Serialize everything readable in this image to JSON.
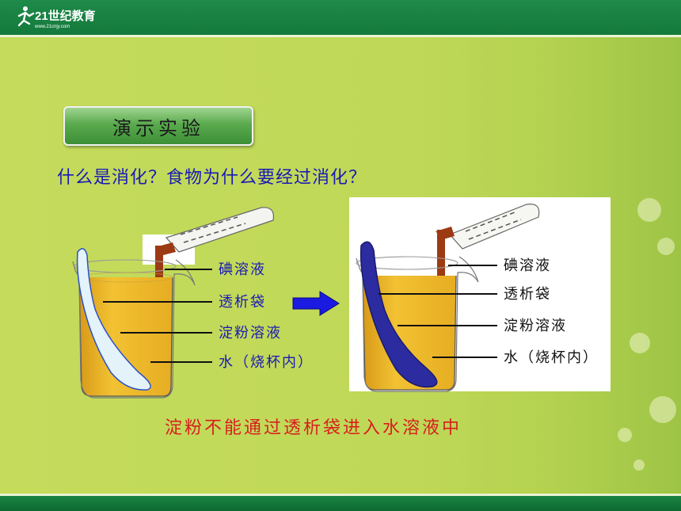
{
  "header": {
    "logo_icon": "running-figure-logo-icon",
    "logo_text": "21世纪教育",
    "logo_subtext": "www.21cnjy.com",
    "bar_color": "#137a3c"
  },
  "title_box": {
    "label": "演示实验"
  },
  "question": "什么是消化？食物为什么要经过消化？",
  "figure_left": {
    "labels": [
      "碘溶液",
      "透析袋",
      "淀粉溶液",
      "水（烧杯内）"
    ],
    "label_color": "#1a1ab4",
    "bag_color": "#dff0f8"
  },
  "arrow_icon": "right-arrow-icon",
  "figure_right": {
    "labels": [
      "碘溶液",
      "透析袋",
      "淀粉溶液",
      "水（烧杯内）"
    ],
    "label_color": "#111111",
    "bag_color": "#2c2ca0"
  },
  "conclusion": "淀粉不能通过透析袋进入水溶液中"
}
